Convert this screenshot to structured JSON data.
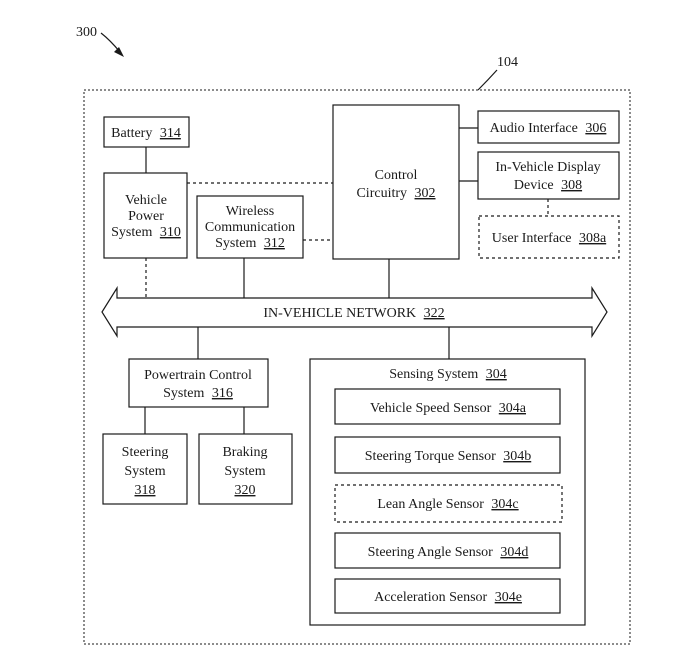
{
  "figure": {
    "number": "300",
    "system_ref": "104"
  },
  "blocks": {
    "battery": {
      "name": "Battery",
      "ref": "314"
    },
    "vehicle_power": {
      "line1": "Vehicle",
      "line2": "Power",
      "line3": "System",
      "ref": "310"
    },
    "wireless": {
      "line1": "Wireless",
      "line2": "Communication",
      "line3": "System",
      "ref": "312"
    },
    "control": {
      "line1": "Control",
      "line2": "Circuitry",
      "ref": "302"
    },
    "audio": {
      "name": "Audio Interface",
      "ref": "306"
    },
    "display": {
      "line1": "In-Vehicle Display",
      "line2": "Device",
      "ref": "308"
    },
    "user_interface": {
      "name": "User Interface",
      "ref": "308a"
    },
    "network": {
      "name": "IN-VEHICLE NETWORK",
      "ref": "322"
    },
    "powertrain": {
      "line1": "Powertrain Control",
      "line2": "System",
      "ref": "316"
    },
    "steering": {
      "line1": "Steering",
      "line2": "System",
      "ref": "318"
    },
    "braking": {
      "line1": "Braking",
      "line2": "System",
      "ref": "320"
    }
  },
  "sensing": {
    "title": "Sensing System",
    "ref": "304",
    "sensors": [
      {
        "name": "Vehicle Speed Sensor",
        "ref": "304a"
      },
      {
        "name": "Steering Torque Sensor",
        "ref": "304b"
      },
      {
        "name": "Lean Angle Sensor",
        "ref": "304c"
      },
      {
        "name": "Steering Angle Sensor",
        "ref": "304d"
      },
      {
        "name": "Acceleration Sensor",
        "ref": "304e"
      }
    ]
  }
}
